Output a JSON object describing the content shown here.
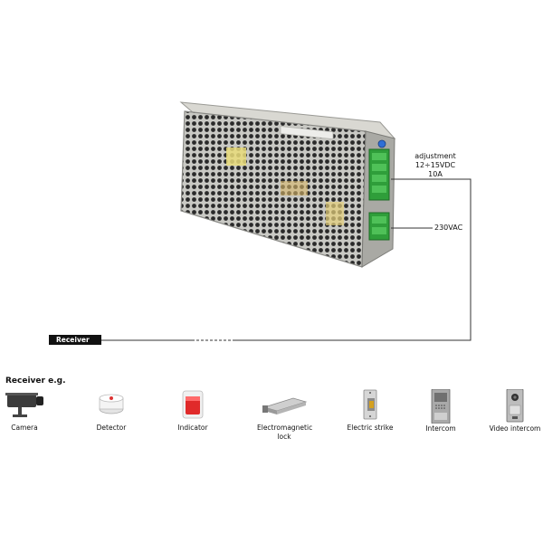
{
  "psu": {
    "adjustment_line1": "adjustment",
    "adjustment_line2": "12÷15VDC",
    "adjustment_line3": "10A",
    "ac_label": "230VAC"
  },
  "receiver_tag": "Receiver",
  "receiver_section": {
    "title": "Receiver e.g.",
    "items": [
      {
        "label": "Camera",
        "icon": "camera-icon"
      },
      {
        "label": "Detector",
        "icon": "detector-icon"
      },
      {
        "label": "Indicator",
        "icon": "indicator-icon"
      },
      {
        "label_line1": "Electromagnetic",
        "label_line2": "lock",
        "icon": "electromagnetic-lock-icon"
      },
      {
        "label": "Electric strike",
        "icon": "electric-strike-icon"
      },
      {
        "label": "Intercom",
        "icon": "intercom-icon"
      },
      {
        "label": "Video intercom",
        "icon": "video-intercom-icon"
      }
    ]
  }
}
